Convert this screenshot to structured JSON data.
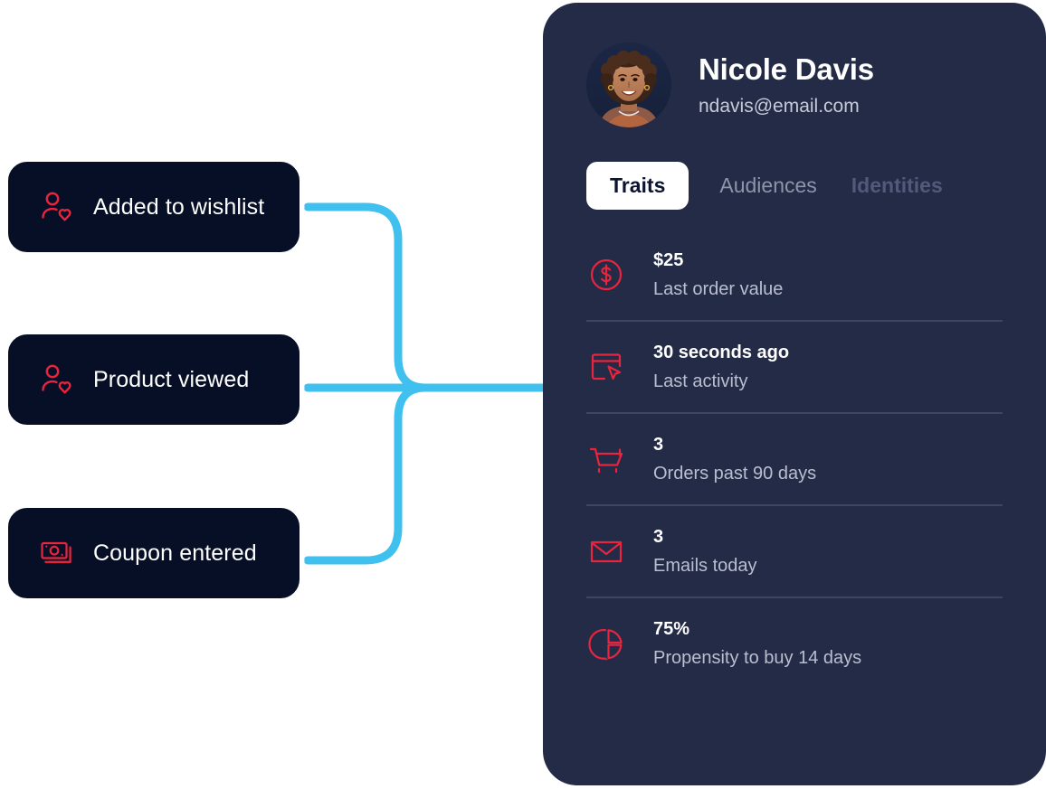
{
  "colors": {
    "panel_bg": "#242b46",
    "card_bg": "#070f26",
    "accent_red": "#e8243f",
    "connector_blue": "#3fc0ee",
    "divider": "#3c4564",
    "muted_text": "#b9bfd0"
  },
  "events": [
    {
      "label": "Added to wishlist",
      "icon": "person-heart-icon"
    },
    {
      "label": "Product viewed",
      "icon": "person-heart-icon"
    },
    {
      "label": "Coupon entered",
      "icon": "banknotes-icon"
    }
  ],
  "profile": {
    "name": "Nicole Davis",
    "email": "ndavis@email.com",
    "avatar_icon": "user-avatar-photo"
  },
  "tabs": [
    {
      "label": "Traits",
      "state": "active"
    },
    {
      "label": "Audiences",
      "state": "inactive"
    },
    {
      "label": "Identities",
      "state": "faded"
    }
  ],
  "traits": [
    {
      "value": "$25",
      "label": "Last order value",
      "icon": "dollar-circle-icon"
    },
    {
      "value": "30 seconds ago",
      "label": "Last activity",
      "icon": "browser-cursor-icon"
    },
    {
      "value": "3",
      "label": "Orders past 90 days",
      "icon": "shopping-cart-icon"
    },
    {
      "value": "3",
      "label": "Emails today",
      "icon": "envelope-icon"
    },
    {
      "value": "75%",
      "label": "Propensity to buy 14 days",
      "icon": "pie-chart-icon"
    }
  ]
}
